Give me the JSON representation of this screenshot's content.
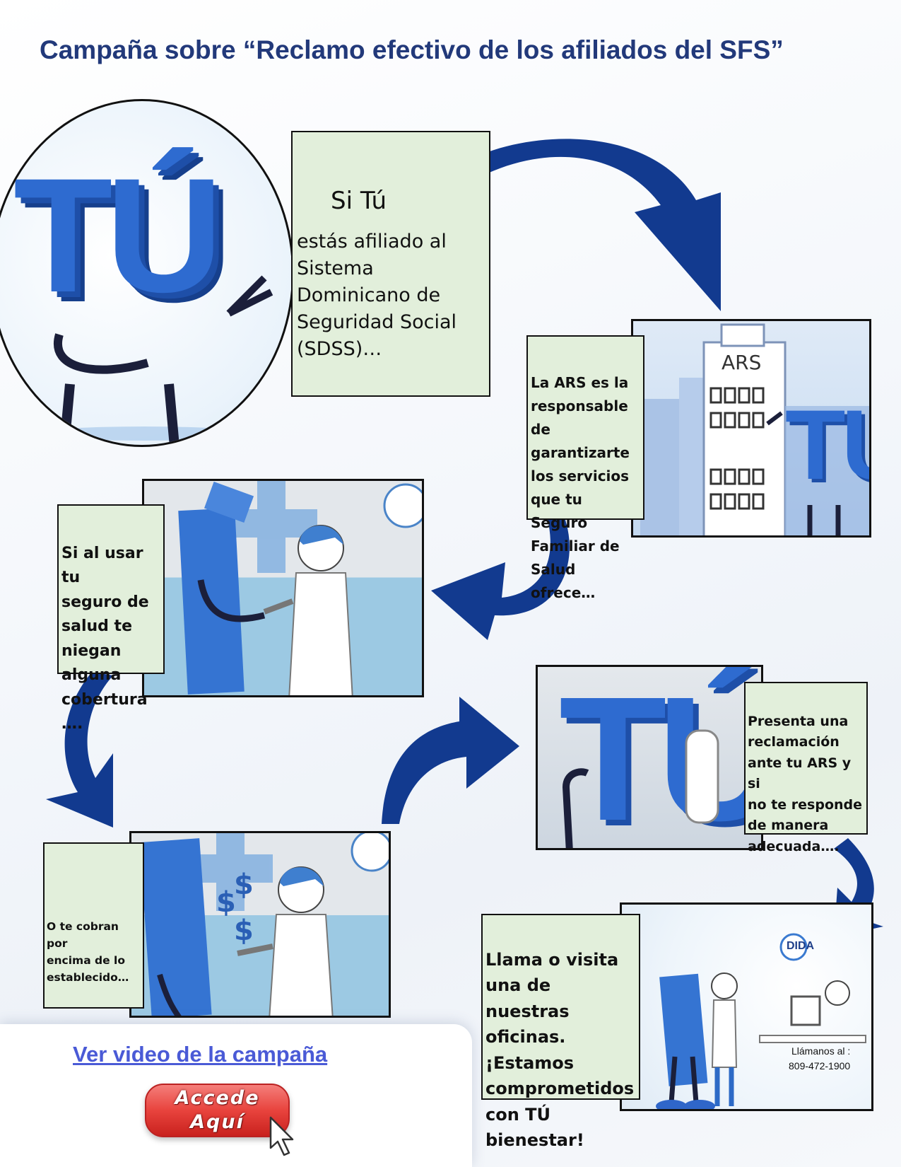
{
  "title": "Campaña sobre “Reclamo efectivo de los afiliados del SFS”",
  "panel1": {
    "heading": "Si Tú",
    "text": "estás afiliado al\nSistema\nDominicano de\nSeguridad Social\n(SDSS)…",
    "letters": "TÚ"
  },
  "panel2": {
    "text": "La ARS es la\nresponsable de\ngarantizarte\nlos servicios\nque tu  Seguro\nFamiliar de\nSalud ofrece…",
    "sign": "ARS",
    "letters": "TÚ"
  },
  "panel3": {
    "text": "Si al usar tu\nseguro de\nsalud te\nniegan\nalguna\ncobertura …."
  },
  "panel4": {
    "text": "O te cobran por\nencima de lo\nestablecido…",
    "symbols": [
      "$",
      "$",
      "$"
    ]
  },
  "panel5": {
    "text": "Presenta una\nreclamación\nante tu ARS y si\nno te responde\nde manera\nadecuada….",
    "letters": "TÚ"
  },
  "panel6": {
    "text": "Llama o visita\nuna de nuestras\noficinas.\n¡Estamos\ncomprometidos\ncon TÚ\nbienestar!",
    "logo": "DIDA",
    "call_label": "Llámanos al :",
    "phone": "809-472-1900"
  },
  "cta": {
    "video_link": "Ver video de la campaña",
    "button_line1": "Accede",
    "button_line2": "Aquí"
  },
  "colors": {
    "title": "#22397a",
    "arrow": "#123a8f",
    "textbox_bg": "#e2efdb",
    "character_blue": "#2e6bd0",
    "link": "#4a5ad6",
    "button": "#e8433d"
  }
}
